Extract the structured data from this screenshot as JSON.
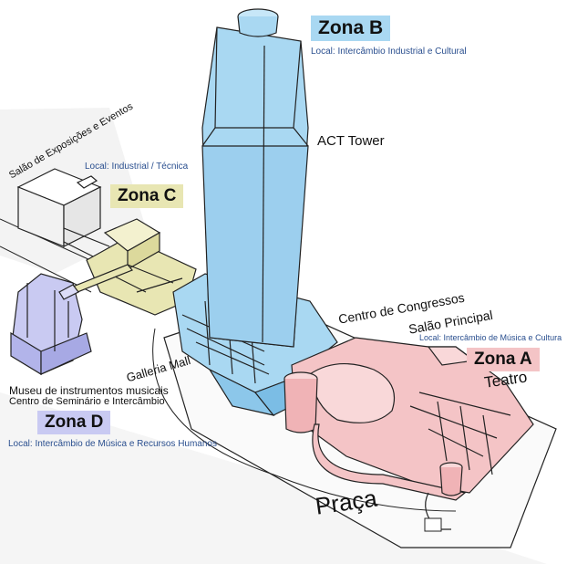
{
  "colors": {
    "zona_a": "#f4c4c6",
    "zona_b": "#a9d8f2",
    "zona_c": "#e8e6b3",
    "zona_d": "#c9caf2",
    "local_text": "#2a4f8f"
  },
  "zonas": {
    "a": {
      "label": "Zona A",
      "local": "Local: Intercâmbio de Música e Cultura"
    },
    "b": {
      "label": "Zona B",
      "local": "Local: Intercâmbio Industrial e Cultural"
    },
    "c": {
      "label": "Zona C",
      "local": "Local: Industrial / Técnica"
    },
    "d": {
      "label": "Zona D",
      "local": "Local: Intercâmbio de Música e Recursos Humanos"
    }
  },
  "buildings": {
    "act_tower": "ACT Tower",
    "salao_exposicoes": "Salão de Exposições e Eventos",
    "centro_congressos": "Centro de Congressos",
    "salao_principal": "Salão Principal",
    "teatro": "Teatro",
    "galleria_mall": "Galleria Mall",
    "museu": "Museu de instrumentos musicais",
    "centro_seminario": "Centro de Seminário e Intercâmbio",
    "praca": "Praça"
  }
}
